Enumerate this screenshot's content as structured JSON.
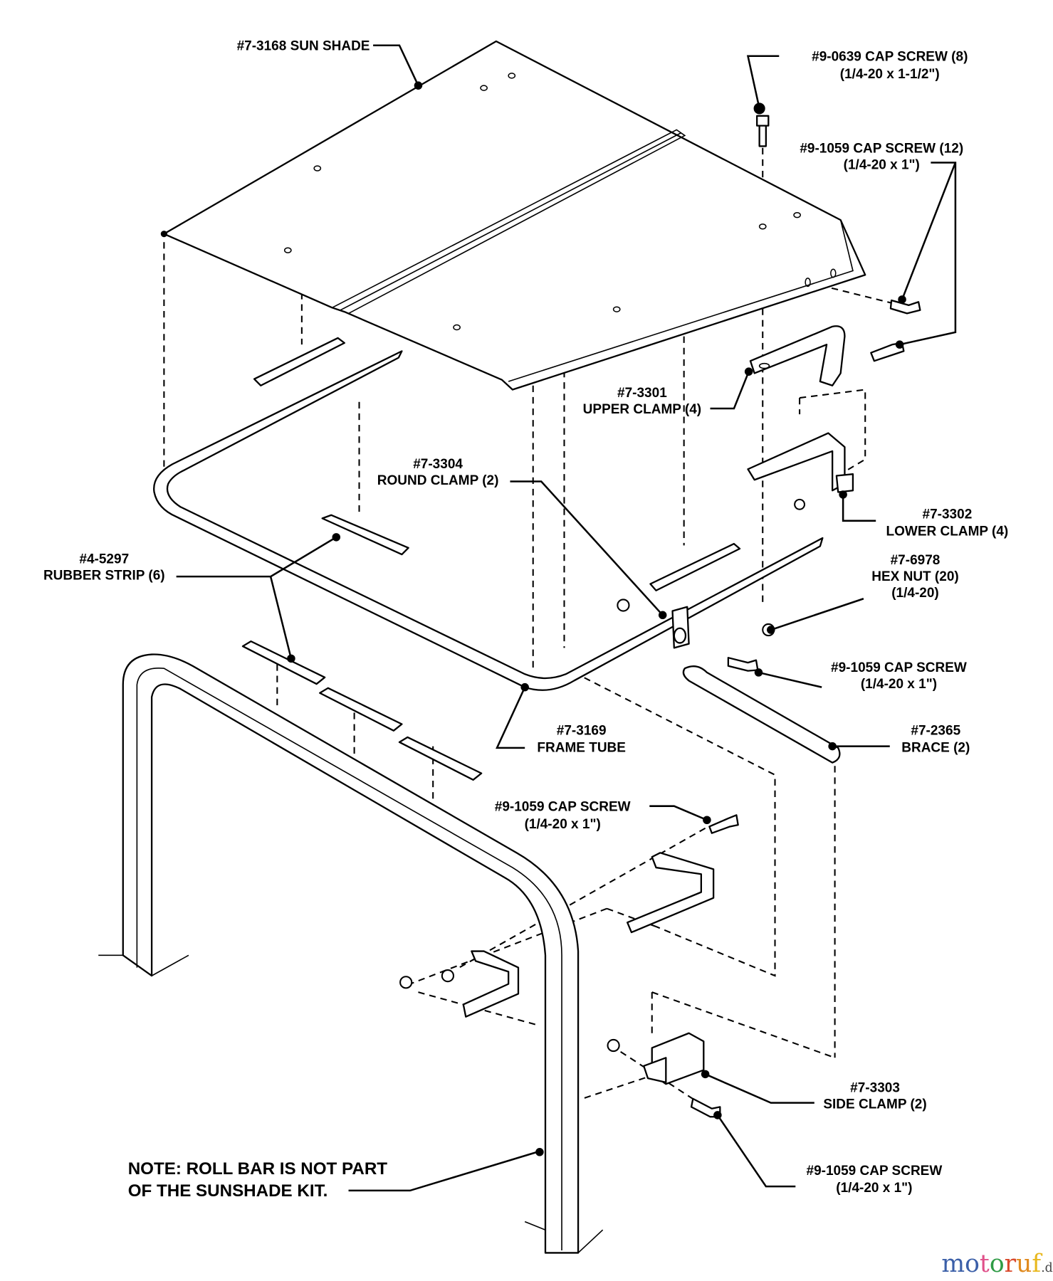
{
  "labels": {
    "sun_shade": "#7-3168 SUN SHADE",
    "cap_screw_0639": {
      "line1": "#9-0639 CAP SCREW (8)",
      "line2": "(1/4-20 x 1-1/2\")"
    },
    "cap_screw_1059_12": {
      "line1": "#9-1059 CAP SCREW (12)",
      "line2": "(1/4-20 x 1\")"
    },
    "upper_clamp": {
      "line1": "#7-3301",
      "line2": "UPPER CLAMP (4)"
    },
    "round_clamp": {
      "line1": "#7-3304",
      "line2": "ROUND CLAMP (2)"
    },
    "lower_clamp": {
      "line1": "#7-3302",
      "line2": "LOWER CLAMP (4)"
    },
    "rubber_strip": {
      "line1": "#4-5297",
      "line2": "RUBBER STRIP (6)"
    },
    "hex_nut": {
      "line1": "#7-6978",
      "line2": "HEX NUT (20)",
      "line3": "(1/4-20)"
    },
    "cap_screw_right": {
      "line1": "#9-1059 CAP SCREW",
      "line2": "(1/4-20 x 1\")"
    },
    "frame_tube": {
      "line1": "#7-3169",
      "line2": "FRAME TUBE"
    },
    "brace": {
      "line1": "#7-2365",
      "line2": "BRACE (2)"
    },
    "cap_screw_mid": {
      "line1": "#9-1059 CAP SCREW",
      "line2": "(1/4-20 x 1\")"
    },
    "side_clamp": {
      "line1": "#7-3303",
      "line2": "SIDE CLAMP (2)"
    },
    "cap_screw_bottom": {
      "line1": "#9-1059 CAP SCREW",
      "line2": "(1/4-20 x 1\")"
    }
  },
  "note": {
    "line1": "NOTE: ROLL BAR IS NOT PART",
    "line2": "OF THE SUNSHADE KIT."
  },
  "watermark": {
    "letters": [
      "m",
      "o",
      "t",
      "o",
      "r",
      "u",
      "f"
    ],
    "colors": [
      "#3b5fa8",
      "#3b5fa8",
      "#e0508a",
      "#2e9b45",
      "#d9482b",
      "#e08a1e",
      "#e8b81e"
    ],
    "suffix": ".de"
  }
}
